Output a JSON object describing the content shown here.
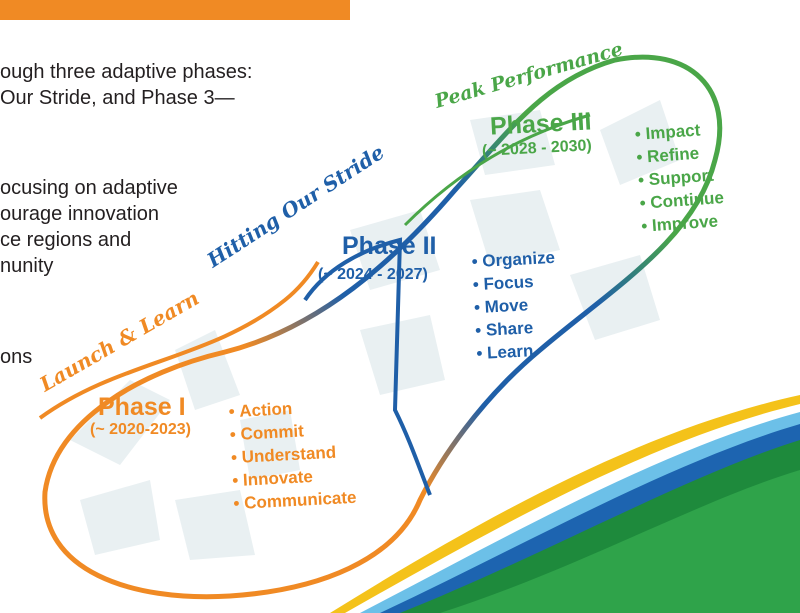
{
  "intro": {
    "line1": "ough three adaptive phases:",
    "line2": "Our Stride, and Phase 3—",
    "line3": "ocusing on adaptive",
    "line4": "ourage innovation",
    "line5": "ce regions and",
    "line6": "nunity",
    "line7": "ons"
  },
  "path_labels": {
    "launch": "Launch & Learn",
    "stride": "Hitting Our Stride",
    "peak": "Peak Performance"
  },
  "phases": [
    {
      "title": "Phase I",
      "years": "(~ 2020-2023)",
      "items": [
        "Action",
        "Commit",
        "Understand",
        "Innovate",
        "Communicate"
      ]
    },
    {
      "title": "Phase II",
      "years": "(~ 2024 - 2027)",
      "items": [
        "Organize",
        "Focus",
        "Move",
        "Share",
        "Learn"
      ]
    },
    {
      "title": "Phase III",
      "years": "(~ 2028 - 2030)",
      "items": [
        "Impact",
        "Refine",
        "Support",
        "Continue",
        "Improve"
      ]
    }
  ],
  "colors": {
    "phase1": "#f08a24",
    "phase2": "#1f5fa8",
    "phase3": "#4aa648",
    "header_bar": "#f08a24",
    "footprint_fill": "#e9f0f2"
  }
}
